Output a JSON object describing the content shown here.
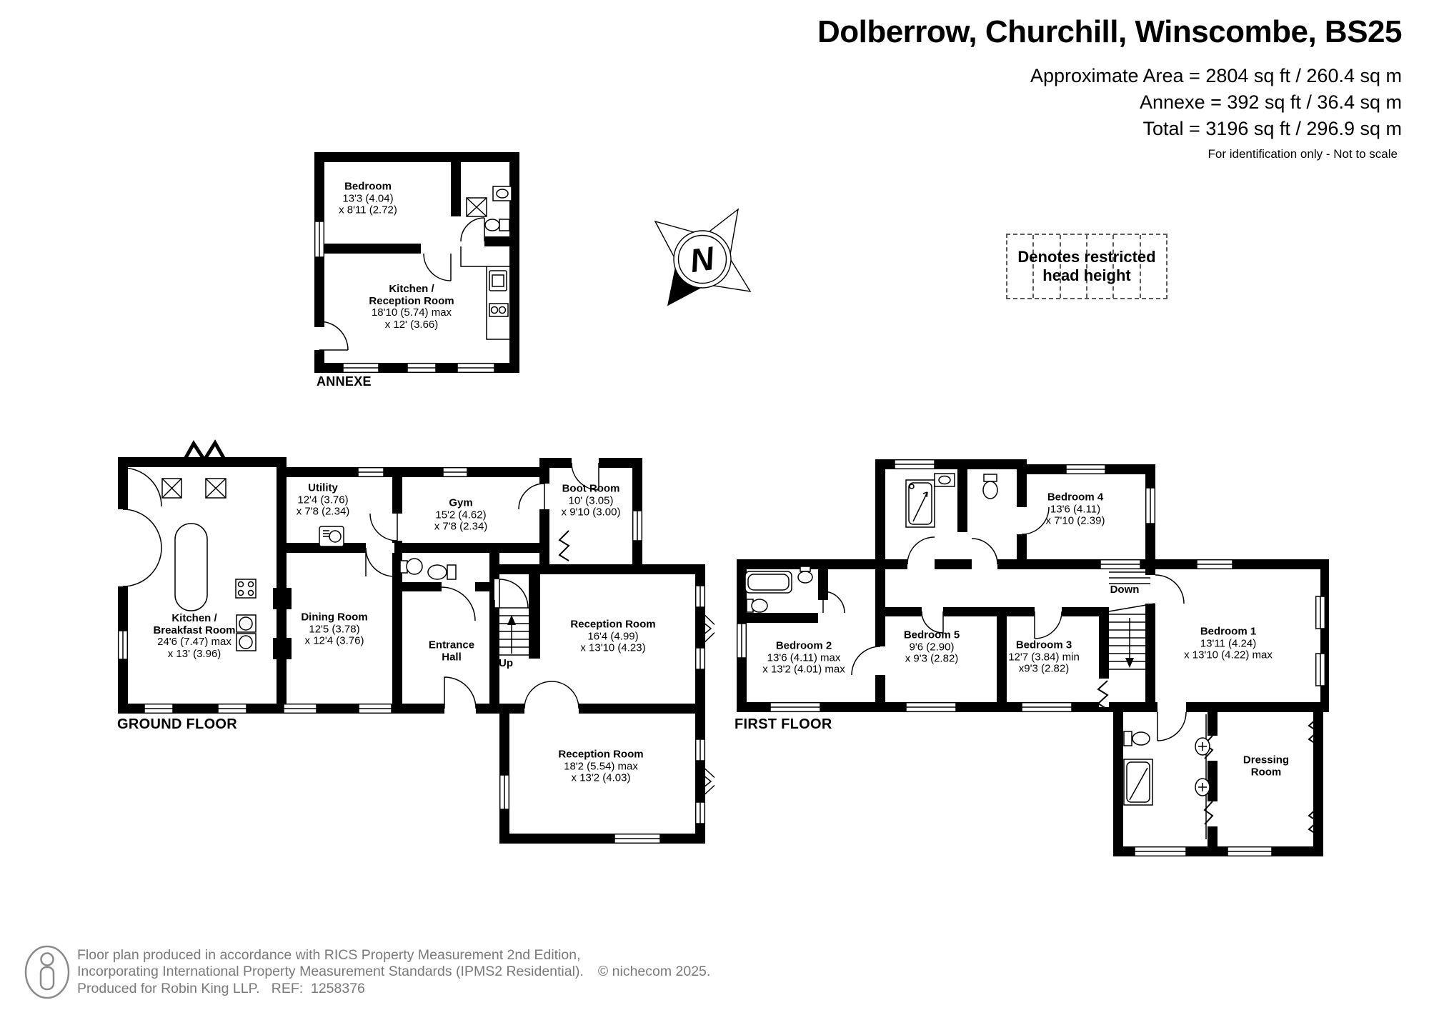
{
  "header": {
    "title": "Dolberrow, Churchill, Winscombe, BS25",
    "area_lines": [
      "Approximate Area = 2804 sq ft / 260.4 sq m",
      "Annexe = 392 sq ft / 36.4 sq m",
      "Total = 3196 sq ft / 296.9 sq m"
    ],
    "disclaimer": "For identification only - Not to scale"
  },
  "legend": {
    "line1": "Denotes restricted",
    "line2": "head height"
  },
  "compass": {
    "north_label": "N"
  },
  "annexe": {
    "floor_label": "ANNEXE",
    "rooms": {
      "bedroom": {
        "name_lines": [
          "Bedroom"
        ],
        "dim_lines": [
          "13'3 (4.04)",
          "x 8'11 (2.72)"
        ]
      },
      "kitchen_reception": {
        "name_lines": [
          "Kitchen /",
          "Reception Room"
        ],
        "dim_lines": [
          "18'10 (5.74) max",
          "x 12' (3.66)"
        ]
      }
    }
  },
  "ground_floor": {
    "floor_label": "GROUND FLOOR",
    "stair_label": "Up",
    "rooms": {
      "utility": {
        "name_lines": [
          "Utility"
        ],
        "dim_lines": [
          "12'4 (3.76)",
          "x 7'8 (2.34)"
        ]
      },
      "gym": {
        "name_lines": [
          "Gym"
        ],
        "dim_lines": [
          "15'2 (4.62)",
          "x 7'8 (2.34)"
        ]
      },
      "boot_room": {
        "name_lines": [
          "Boot Room"
        ],
        "dim_lines": [
          "10' (3.05)",
          "x 9'10 (3.00)"
        ]
      },
      "kitchen": {
        "name_lines": [
          "Kitchen /",
          "Breakfast Room"
        ],
        "dim_lines": [
          "24'6 (7.47) max",
          "x 13' (3.96)"
        ]
      },
      "dining": {
        "name_lines": [
          "Dining Room"
        ],
        "dim_lines": [
          "12'5 (3.78)",
          "x 12'4 (3.76)"
        ]
      },
      "entrance": {
        "name_lines": [
          "Entrance",
          "Hall"
        ],
        "dim_lines": []
      },
      "reception1": {
        "name_lines": [
          "Reception Room"
        ],
        "dim_lines": [
          "16'4 (4.99)",
          "x 13'10 (4.23)"
        ]
      },
      "reception2": {
        "name_lines": [
          "Reception Room"
        ],
        "dim_lines": [
          "18'2 (5.54) max",
          "x 13'2 (4.03)"
        ]
      }
    }
  },
  "first_floor": {
    "floor_label": "FIRST FLOOR",
    "stair_label": "Down",
    "rooms": {
      "bedroom2": {
        "name_lines": [
          "Bedroom 2"
        ],
        "dim_lines": [
          "13'6 (4.11) max",
          "x 13'2 (4.01) max"
        ]
      },
      "bedroom5": {
        "name_lines": [
          "Bedroom 5"
        ],
        "dim_lines": [
          "9'6 (2.90)",
          "x 9'3 (2.82)"
        ]
      },
      "bedroom3": {
        "name_lines": [
          "Bedroom 3"
        ],
        "dim_lines": [
          "12'7 (3.84) min",
          "x9'3 (2.82)"
        ]
      },
      "bedroom4": {
        "name_lines": [
          "Bedroom 4"
        ],
        "dim_lines": [
          "13'6 (4.11)",
          "x 7'10 (2.39)"
        ]
      },
      "bedroom1": {
        "name_lines": [
          "Bedroom 1"
        ],
        "dim_lines": [
          "13'11 (4.24)",
          "x 13'10 (4.22) max"
        ]
      },
      "dressing": {
        "name_lines": [
          "Dressing",
          "Room"
        ],
        "dim_lines": []
      }
    }
  },
  "footer": {
    "line1": "Floor plan produced in accordance with RICS Property Measurement 2nd Edition,",
    "line2": "Incorporating International Property Measurement Standards (IPMS2 Residential).",
    "copyright": "© nichecom 2025.",
    "line3": "Produced for Robin King LLP.   REF:  1258376"
  }
}
